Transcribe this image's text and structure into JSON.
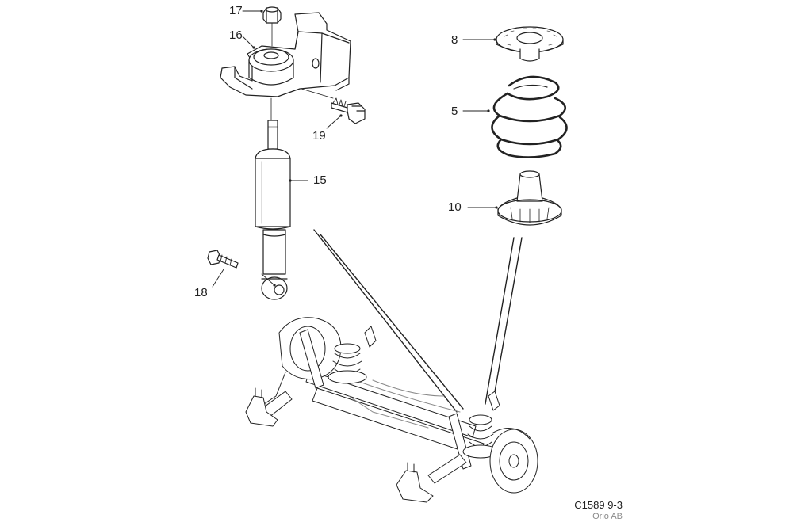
{
  "diagram": {
    "callouts": [
      {
        "id": "17",
        "label": "17"
      },
      {
        "id": "16",
        "label": "16"
      },
      {
        "id": "19",
        "label": "19"
      },
      {
        "id": "15",
        "label": "15"
      },
      {
        "id": "18",
        "label": "18"
      },
      {
        "id": "8",
        "label": "8"
      },
      {
        "id": "5",
        "label": "5"
      },
      {
        "id": "10",
        "label": "10"
      }
    ],
    "drawing_code": "C1589 9-3",
    "manufacturer": "Orio AB"
  },
  "colors": {
    "line": "#222222",
    "hatch": "#9a9a9a",
    "credit_gray": "#8a8a8a"
  }
}
